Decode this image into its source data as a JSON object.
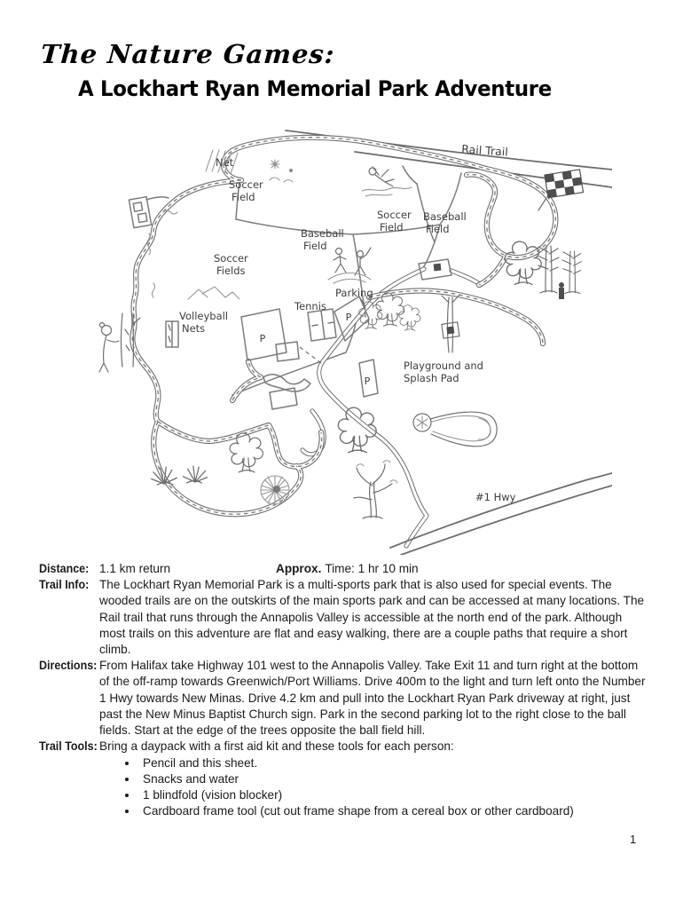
{
  "header": {
    "title": "The Nature Games:",
    "subtitle": "A Lockhart Ryan Memorial Park Adventure"
  },
  "map": {
    "labels": {
      "rail_trail": "Rail Trail",
      "net": "Net",
      "soccer": "Soccer",
      "field": "Field",
      "fields": "Fields",
      "baseball": "Baseball",
      "volleyball": "Volleyball",
      "nets": "Nets",
      "tennis": "Tennis",
      "parking": "Parking",
      "p": "P",
      "playground_line1": "Playground and",
      "playground_line2": "Splash Pad",
      "hwy": "#1 Hwy"
    }
  },
  "info": {
    "distance_label": "Distance:",
    "distance_value": "1.1 km return",
    "approx_label": "Approx.",
    "approx_value": "Time: 1 hr 10 min",
    "trail_info_label": "Trail Info:",
    "trail_info_text": "The Lockhart Ryan Memorial Park is a multi-sports park that is also used for special events. The wooded trails are on the outskirts of the main sports park and can be accessed at many locations. The Rail trail that runs through the Annapolis Valley is accessible at the north end of the park. Although most trails on this adventure are flat and easy walking, there are a couple paths that require a short climb.",
    "directions_label": "Directions:",
    "directions_text": "From Halifax take Highway 101 west to the Annapolis Valley. Take Exit 11 and turn right at the bottom of the off-ramp towards Greenwich/Port Williams. Drive 400m to the light and turn left onto the Number 1 Hwy towards New Minas. Drive 4.2 km and pull into the Lockhart Ryan Park driveway at right, just past the New Minus Baptist Church sign. Park in the second parking lot to the right close to the ball fields. Start at the edge of the trees opposite the ball field hill.",
    "trail_tools_label": "Trail Tools:",
    "trail_tools_text": "Bring a daypack with a first aid kit and these tools for each person:",
    "tools": [
      "Pencil and this sheet.",
      "Snacks and water",
      "1 blindfold (vision blocker)",
      "Cardboard frame tool (cut out frame shape from a cereal box or other cardboard)"
    ]
  },
  "palette": {
    "ink_black": "#000000",
    "pencil_gray": "#6e6e6e"
  },
  "footer": {
    "page_number": "1"
  }
}
